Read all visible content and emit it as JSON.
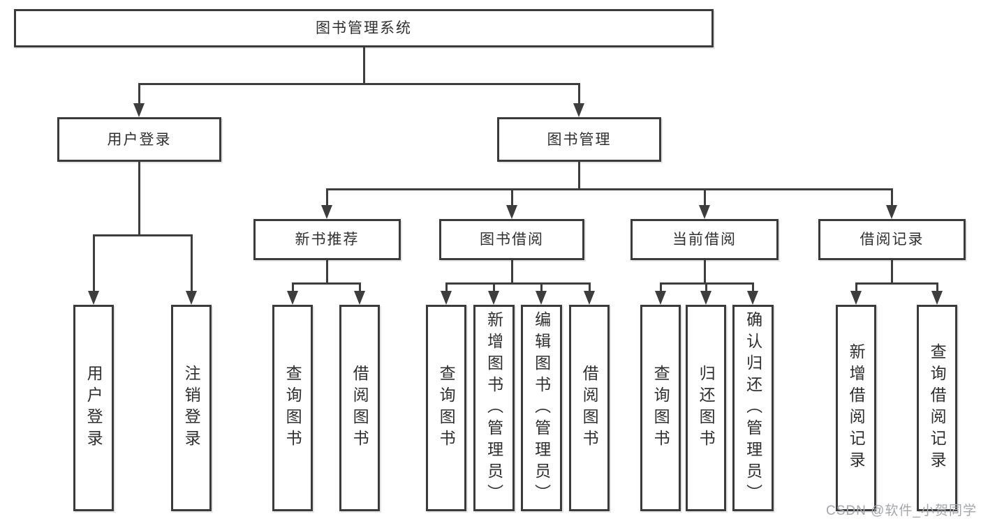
{
  "colors": {
    "background": "#ffffff",
    "line": "#3d3d3d",
    "box_border": "#3b3b3b",
    "text": "#2f2f2f",
    "watermark": "#a3a6ab"
  },
  "diagram": {
    "type": "hierarchy-tree",
    "root": {
      "label": "图书管理系统"
    },
    "level1": [
      {
        "label": "用户登录"
      },
      {
        "label": "图书管理"
      }
    ],
    "level2": [
      {
        "label": "新书推荐"
      },
      {
        "label": "图书借阅"
      },
      {
        "label": "当前借阅"
      },
      {
        "label": "借阅记录"
      }
    ],
    "leaves": [
      {
        "label": "用户登录"
      },
      {
        "label": "注销登录"
      },
      {
        "label": "查询图书"
      },
      {
        "label": "借阅图书"
      },
      {
        "label": "查询图书"
      },
      {
        "label": "新增图书（管理员）"
      },
      {
        "label": "编辑图书（管理员）"
      },
      {
        "label": "借阅图书"
      },
      {
        "label": "查询图书"
      },
      {
        "label": "归还图书"
      },
      {
        "label": "确认归还（管理员）"
      },
      {
        "label": "新增借阅记录"
      },
      {
        "label": "查询借阅记录"
      }
    ]
  },
  "watermark": {
    "text": "CSDN @软件_小贺同学"
  }
}
